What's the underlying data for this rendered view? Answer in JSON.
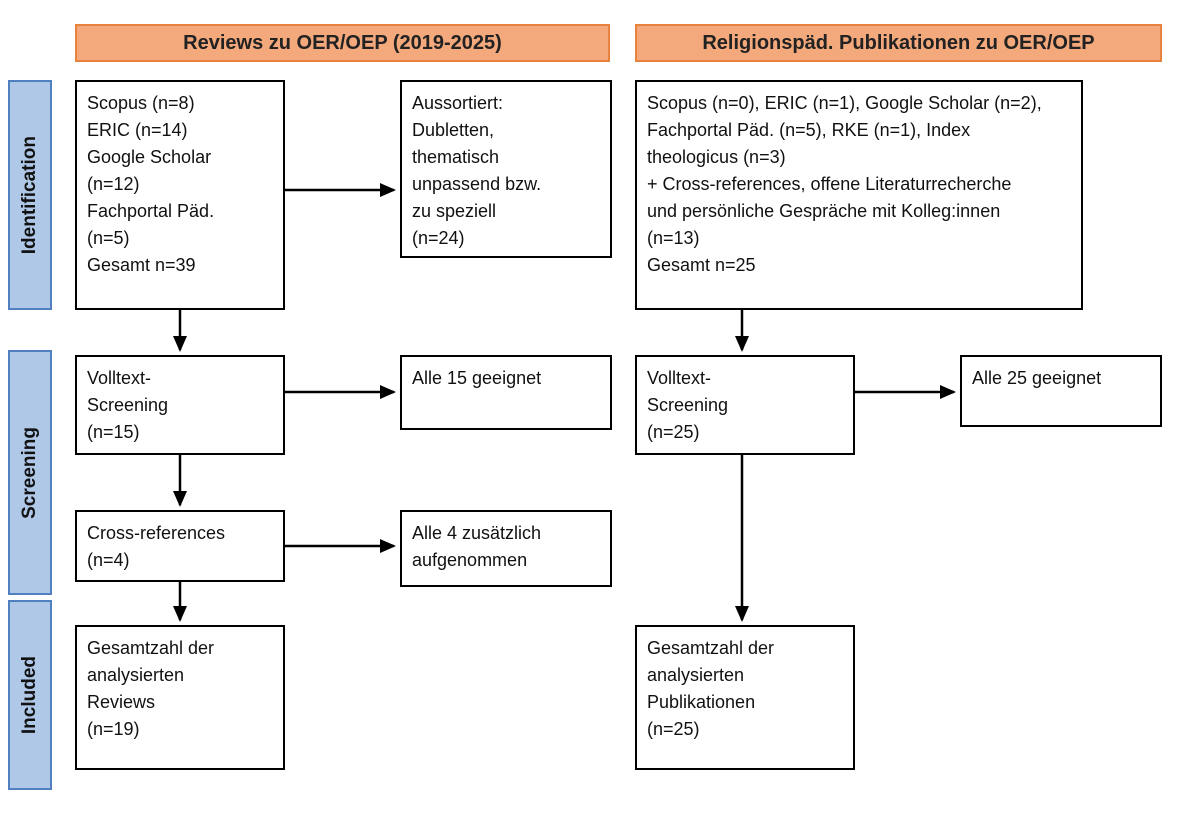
{
  "headers": {
    "left": "Reviews zu OER/OEP (2019-2025)",
    "right": "Religionspäd. Publikationen zu OER/OEP"
  },
  "stages": {
    "identification": "Identification",
    "screening": "Screening",
    "included": "Included"
  },
  "left_column": {
    "sources": "Scopus (n=8)\nERIC (n=14)\nGoogle Scholar\n(n=12)\nFachportal Päd.\n(n=5)\nGesamt n=39",
    "excluded": "Aussortiert:\nDubletten,\nthematisch\nunpassend bzw.\nzu speziell\n(n=24)",
    "screening": "Volltext-\nScreening\n(n=15)",
    "eligible": "Alle 15 geeignet",
    "crossref": "Cross-references\n(n=4)",
    "added": "Alle 4 zusätzlich\naufgenommen",
    "total": "Gesamtzahl der\nanalysierten\nReviews\n(n=19)"
  },
  "right_column": {
    "sources": "Scopus (n=0), ERIC (n=1), Google Scholar (n=2),\nFachportal Päd. (n=5), RKE (n=1), Index\ntheologicus (n=3)\n+ Cross-references, offene Literaturrecherche\nund persönliche Gespräche mit Kolleg:innen\n(n=13)\nGesamt n=25",
    "screening": "Volltext-\nScreening\n(n=25)",
    "eligible": "Alle 25 geeignet",
    "total": "Gesamtzahl der\nanalysierten\nPublikationen\n(n=25)"
  },
  "colors": {
    "header_fill": "#F4A97C",
    "header_border": "#E8833E",
    "stage_fill": "#AFC8E8",
    "stage_border": "#5180C0",
    "box_border": "#000000",
    "arrow": "#000000"
  }
}
